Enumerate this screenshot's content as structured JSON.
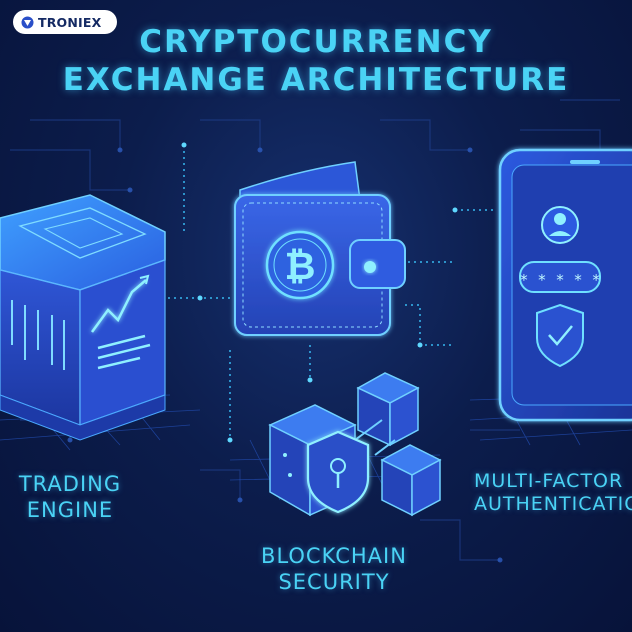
{
  "brand": {
    "name": "TRONIEX"
  },
  "title": {
    "line1": "CRYPTOCURRENCY",
    "line2": "EXCHANGE ARCHITECTURE"
  },
  "components": {
    "trading": {
      "line1": "TRADING",
      "line2": "ENGINE"
    },
    "blockchain": {
      "line1": "BLOCKCHAIN",
      "line2": "SECURITY"
    },
    "mfa": {
      "line1": "MULTI-FACTOR",
      "line2": "AUTHENTICATION"
    }
  },
  "phone": {
    "password_mask": "* * * * *"
  },
  "wallet": {
    "coin_symbol": "₿"
  },
  "colors": {
    "accent": "#4ad3f5",
    "background": "#0c1d4c",
    "panel": "#2a4bc4"
  }
}
